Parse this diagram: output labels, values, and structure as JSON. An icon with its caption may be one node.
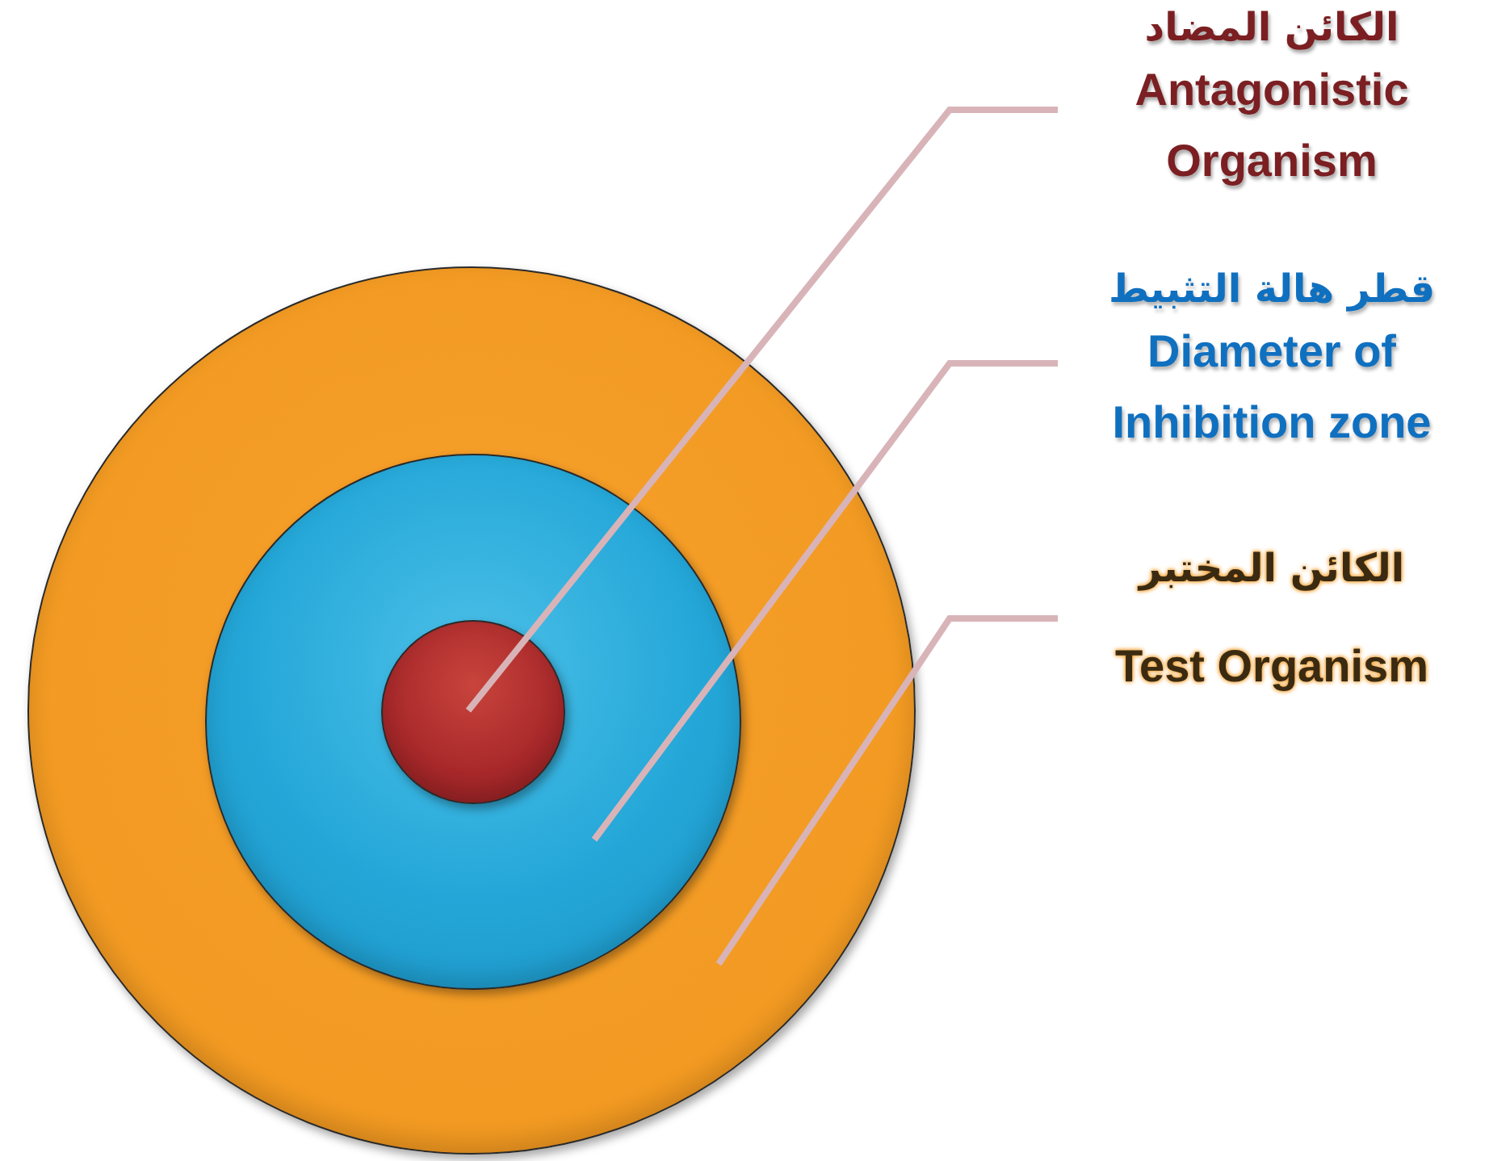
{
  "diagram": {
    "nodes": [
      {
        "text": [],
        "shape": "circle"
      },
      {
        "text": [],
        "shape": "circle",
        "in": 0
      },
      {
        "text": [],
        "shape": "circle",
        "in": 1
      },
      {
        "text": [
          "الكائن المضاد",
          "Antagonistic Organism"
        ]
      },
      {
        "text": [
          "قطر هالة التثبيط",
          "Diameter of Inhibition zone"
        ]
      },
      {
        "text": [
          "الكائن المختبر",
          "Test Organism"
        ]
      }
    ],
    "edges": [
      {
        "from": 3,
        "to": 2,
        "arrow": "none"
      },
      {
        "from": 4,
        "to": 1,
        "arrow": "none"
      },
      {
        "from": 5,
        "to": 0,
        "arrow": "none"
      }
    ]
  }
}
